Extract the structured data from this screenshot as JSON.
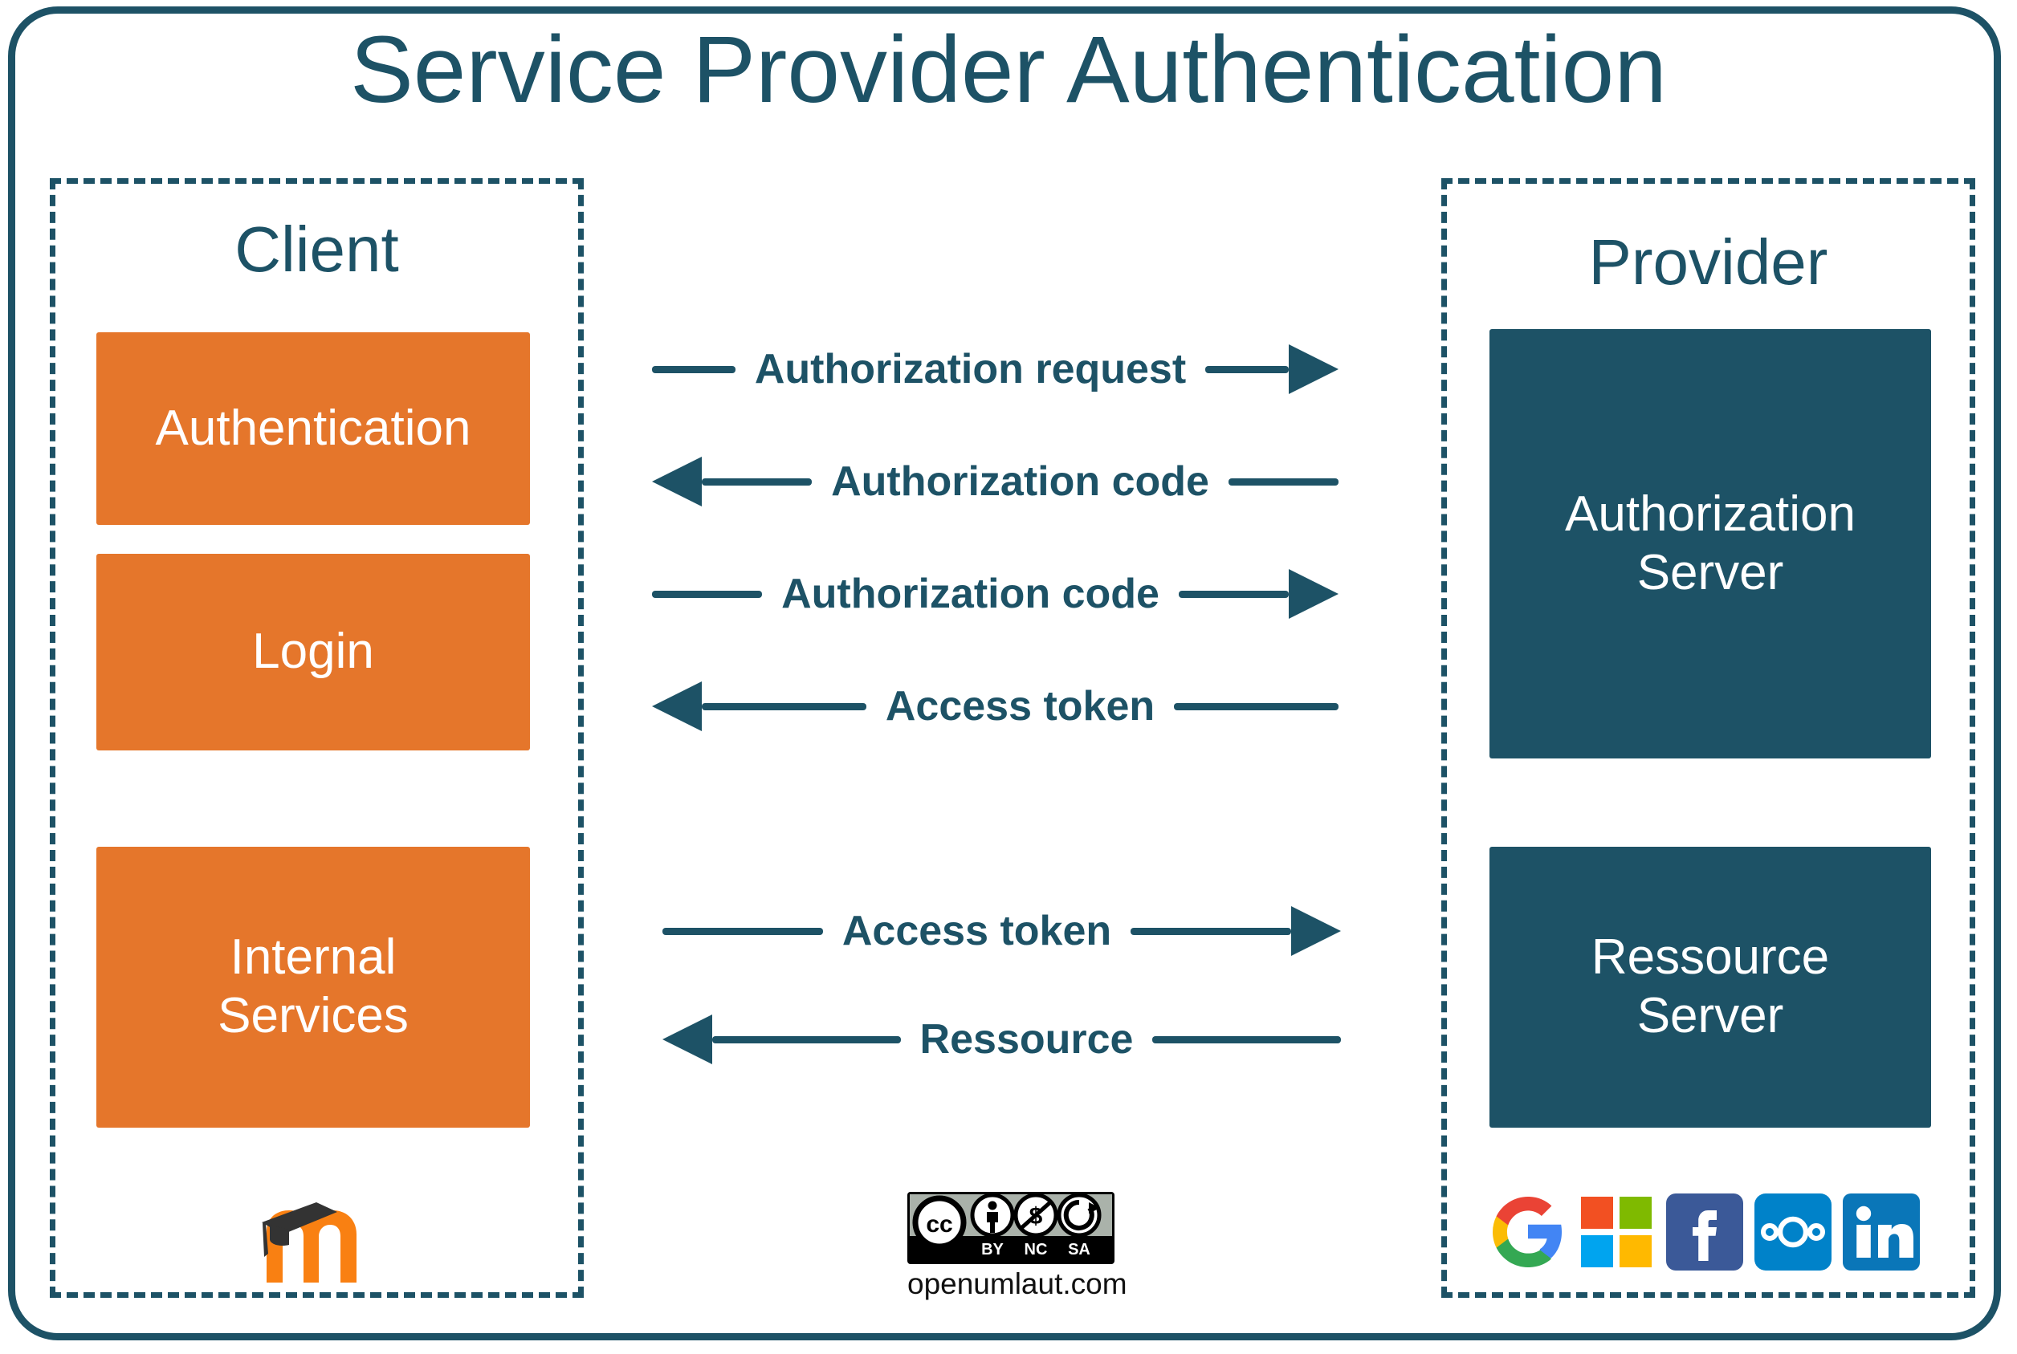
{
  "title": "Service Provider Authentication",
  "colors": {
    "teal": "#1d5266",
    "orange": "#e5762b",
    "white": "#ffffff"
  },
  "client": {
    "group_label": "Client",
    "nodes": [
      {
        "label": "Authentication"
      },
      {
        "label": "Login"
      },
      {
        "label": "Internal\nServices"
      }
    ],
    "logo_name": "moodle-logo"
  },
  "provider": {
    "group_label": "Provider",
    "nodes": [
      {
        "label": "Authorization\nServer"
      },
      {
        "label": "Ressource\nServer"
      }
    ],
    "logos": [
      {
        "name": "google-logo"
      },
      {
        "name": "microsoft-logo"
      },
      {
        "name": "facebook-logo"
      },
      {
        "name": "nextcloud-logo"
      },
      {
        "name": "linkedin-logo"
      }
    ]
  },
  "flows": [
    {
      "label": "Authorization request",
      "direction": "right"
    },
    {
      "label": "Authorization code",
      "direction": "left"
    },
    {
      "label": "Authorization code",
      "direction": "right"
    },
    {
      "label": "Access token",
      "direction": "left"
    },
    {
      "label": "Access token",
      "direction": "right"
    },
    {
      "label": "Ressource",
      "direction": "left"
    }
  ],
  "license": {
    "badge_name": "cc-by-nc-sa-badge",
    "cc_text": "cc",
    "terms": [
      "BY",
      "NC",
      "SA"
    ],
    "url_text": "openumlaut.com"
  }
}
